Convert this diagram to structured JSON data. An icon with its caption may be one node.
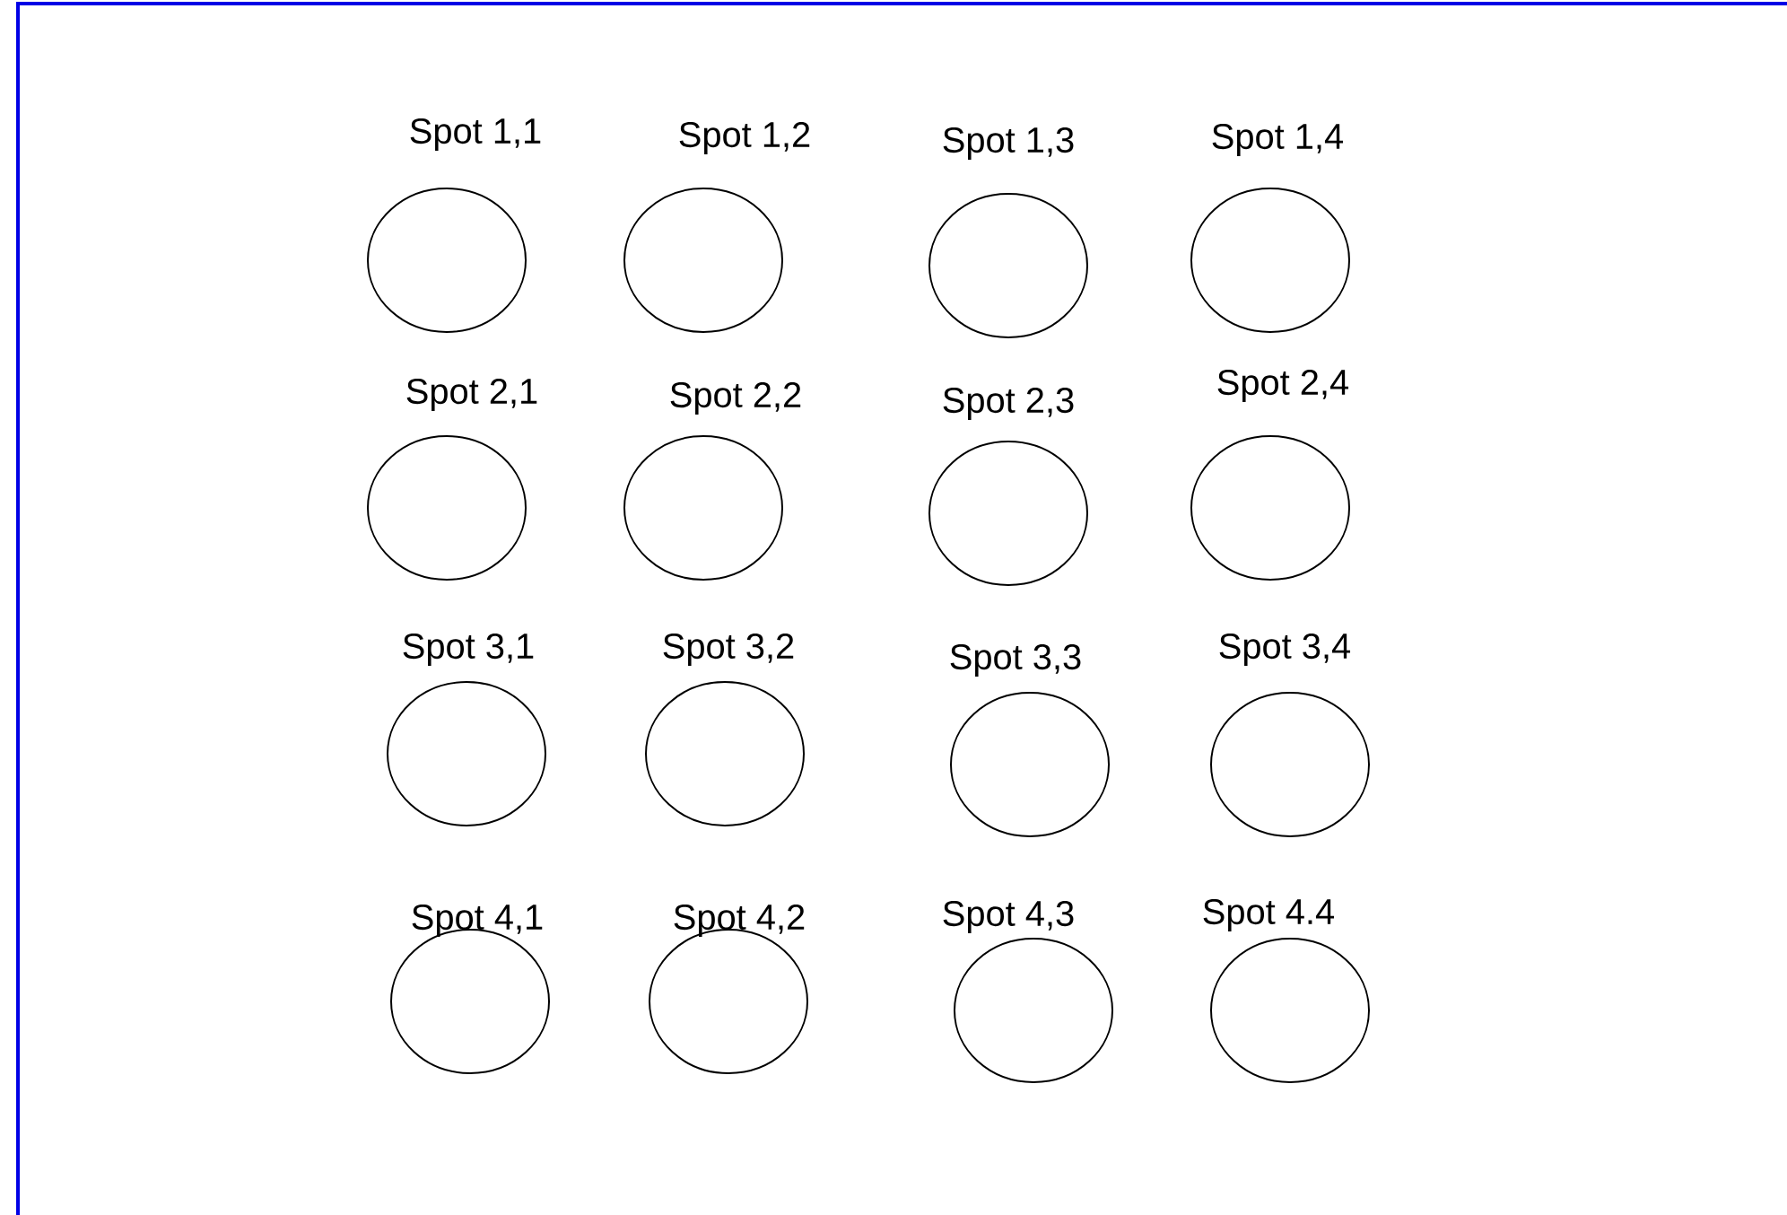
{
  "diagram": {
    "nodes": [
      {
        "text": [
          "Spot 1,1"
        ]
      },
      {
        "text": [
          "Spot 1,2"
        ]
      },
      {
        "text": [
          "Spot 1,3"
        ]
      },
      {
        "text": [
          "Spot 1,4"
        ]
      },
      {
        "text": [
          "Spot 2,1"
        ]
      },
      {
        "text": [
          "Spot 2,2"
        ]
      },
      {
        "text": [
          "Spot 2,3"
        ]
      },
      {
        "text": [
          "Spot 2,4"
        ]
      },
      {
        "text": [
          "Spot 3,1"
        ]
      },
      {
        "text": [
          "Spot 3,2"
        ]
      },
      {
        "text": [
          "Spot 3,3"
        ]
      },
      {
        "text": [
          "Spot 3,4"
        ]
      },
      {
        "text": [
          "Spot 4,1"
        ]
      },
      {
        "text": [
          "Spot 4,2"
        ]
      },
      {
        "text": [
          "Spot 4,3"
        ]
      },
      {
        "text": [
          "Spot 4.4"
        ]
      }
    ]
  }
}
